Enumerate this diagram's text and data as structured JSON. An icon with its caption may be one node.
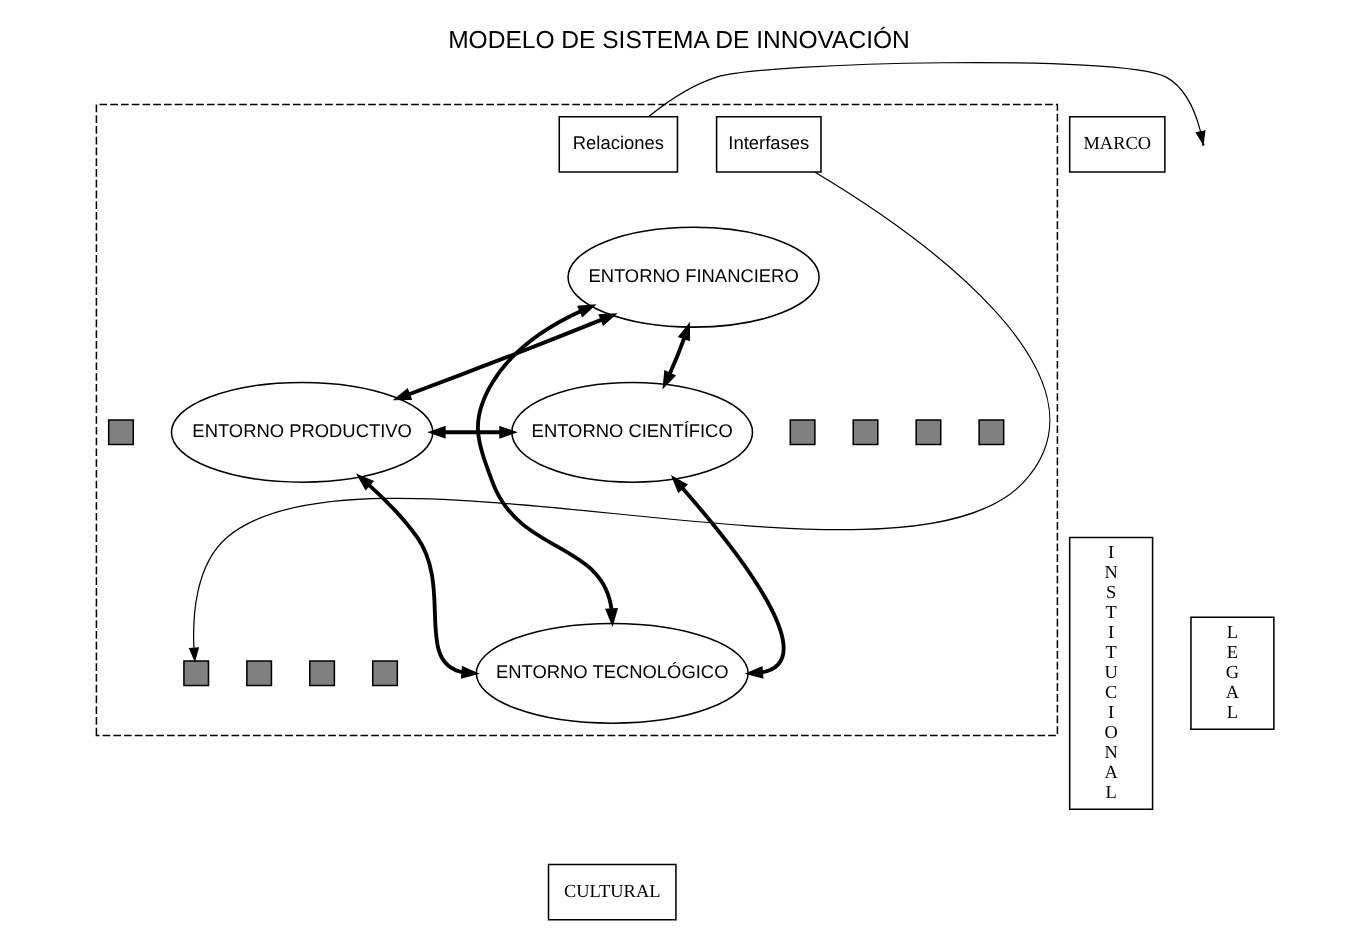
{
  "diagram": {
    "title": "MODELO DE SISTEMA DE INNOVACIÓN",
    "nodes": [
      {
        "text": [],
        "shape": "box"
      },
      {
        "text": [
          "MARCO"
        ]
      },
      {
        "text": [
          "INSTITUCIONAL"
        ]
      },
      {
        "text": [
          "LEGAL"
        ]
      },
      {
        "text": [
          "CULTURAL"
        ]
      },
      {
        "text": [
          "Interfases"
        ],
        "in": 0
      },
      {
        "text": [
          "ENTORNO FINANCIERO"
        ],
        "in": 0
      },
      {
        "text": [
          "Relaciones"
        ],
        "in": 0
      },
      {
        "text": [
          "ENTORNO PRODUCTIVO"
        ],
        "in": 0
      },
      {
        "text": [
          "ENTORNO CIENTÍFICO"
        ],
        "in": 0
      },
      {
        "text": [
          "ENTORNO TECNOLÓGICO"
        ],
        "in": 0
      },
      {
        "text": [],
        "shape": "box",
        "in": 0
      },
      {
        "text": [],
        "shape": "box",
        "in": 0
      },
      {
        "text": [],
        "shape": "box",
        "in": 0
      },
      {
        "text": [],
        "shape": "box",
        "in": 0
      },
      {
        "text": [],
        "shape": "box",
        "in": 0
      },
      {
        "text": [],
        "shape": "box",
        "in": 0
      },
      {
        "text": [],
        "shape": "box",
        "in": 0
      },
      {
        "text": [],
        "shape": "box",
        "in": 0
      },
      {
        "text": [],
        "shape": "box",
        "in": 0
      }
    ],
    "edges": [
      {
        "from": 5,
        "to": 12,
        "arrow": "to"
      },
      {
        "from": 7,
        "to": null,
        "arrow": "to"
      },
      {
        "from": 8,
        "to": 6,
        "arrow": "both"
      },
      {
        "from": 6,
        "to": 9,
        "arrow": "both"
      },
      {
        "from": 8,
        "to": 9,
        "arrow": "both"
      },
      {
        "from": 6,
        "to": 10,
        "arrow": "both"
      },
      {
        "from": 8,
        "to": 10,
        "arrow": "both"
      },
      {
        "from": 10,
        "to": 9,
        "arrow": "both"
      }
    ]
  }
}
